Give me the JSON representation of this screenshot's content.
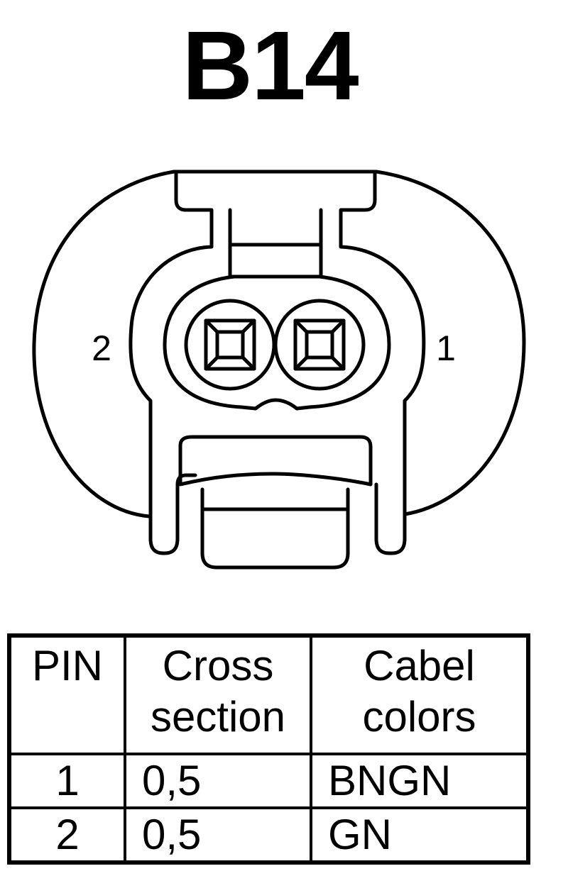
{
  "title": "B14",
  "pin_labels": {
    "left": "2",
    "right": "1"
  },
  "table": {
    "headers": [
      {
        "line1": "PIN",
        "line2": ""
      },
      {
        "line1": "Cross",
        "line2": "section"
      },
      {
        "line1": "Cabel",
        "line2": "colors"
      }
    ],
    "rows": [
      {
        "pin": "1",
        "cross_section": "0,5",
        "color": "BNGN"
      },
      {
        "pin": "2",
        "cross_section": "0,5",
        "color": "GN"
      }
    ]
  }
}
